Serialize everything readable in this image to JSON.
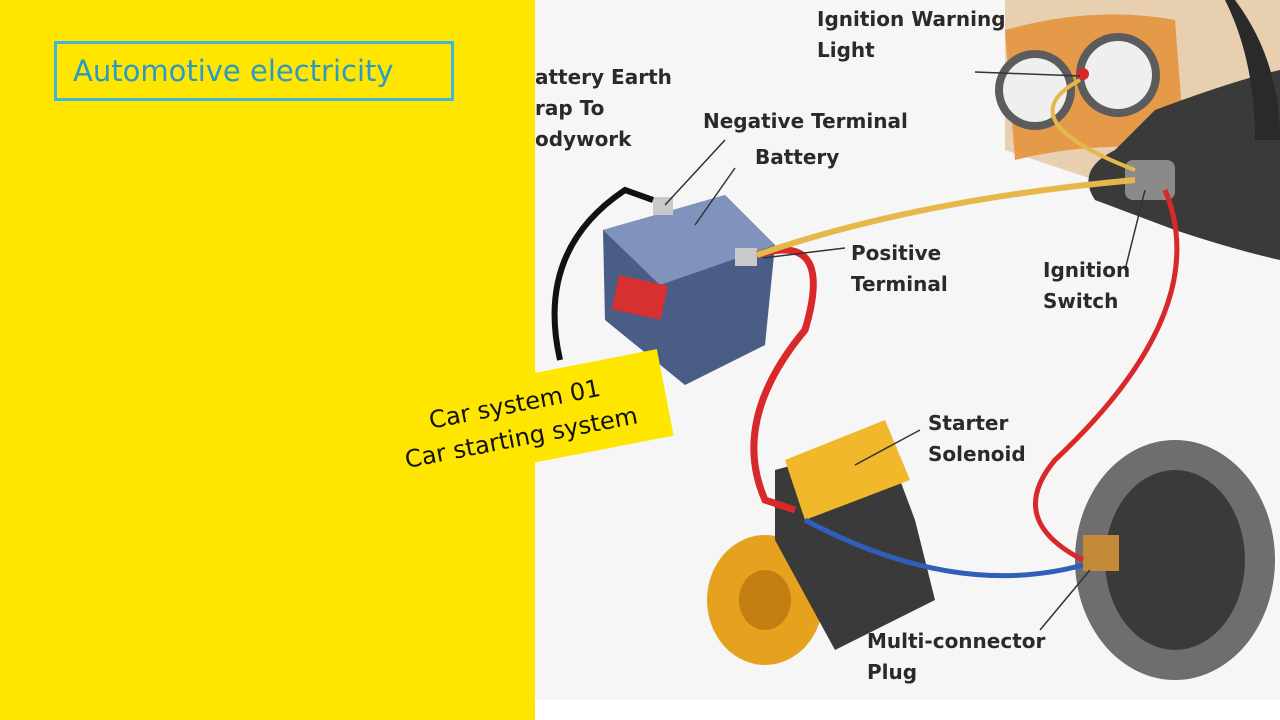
{
  "title": "Automotive electricity",
  "sticker": {
    "line1": "Car system 01",
    "line2": "Car starting system"
  },
  "labels": {
    "battery_earth": "attery Earth\nrap To\nodywork",
    "negative_terminal": "Negative Terminal",
    "battery": "Battery",
    "positive_terminal": "Positive\nTerminal",
    "ignition_warning": "Ignition Warning\nLight",
    "ignition_switch": "Ignition\nSwitch",
    "starter_solenoid": "Starter\nSolenoid",
    "multi_connector": "Multi-connector\nPlug"
  },
  "colors": {
    "left_background": "#ffe600",
    "title_border": "#3fb7d8",
    "title_text": "#2a9ac7",
    "wire_red": "#d8282a",
    "wire_yellow": "#e6b84a",
    "wire_blue": "#2f5fb8",
    "wire_black": "#111111"
  }
}
